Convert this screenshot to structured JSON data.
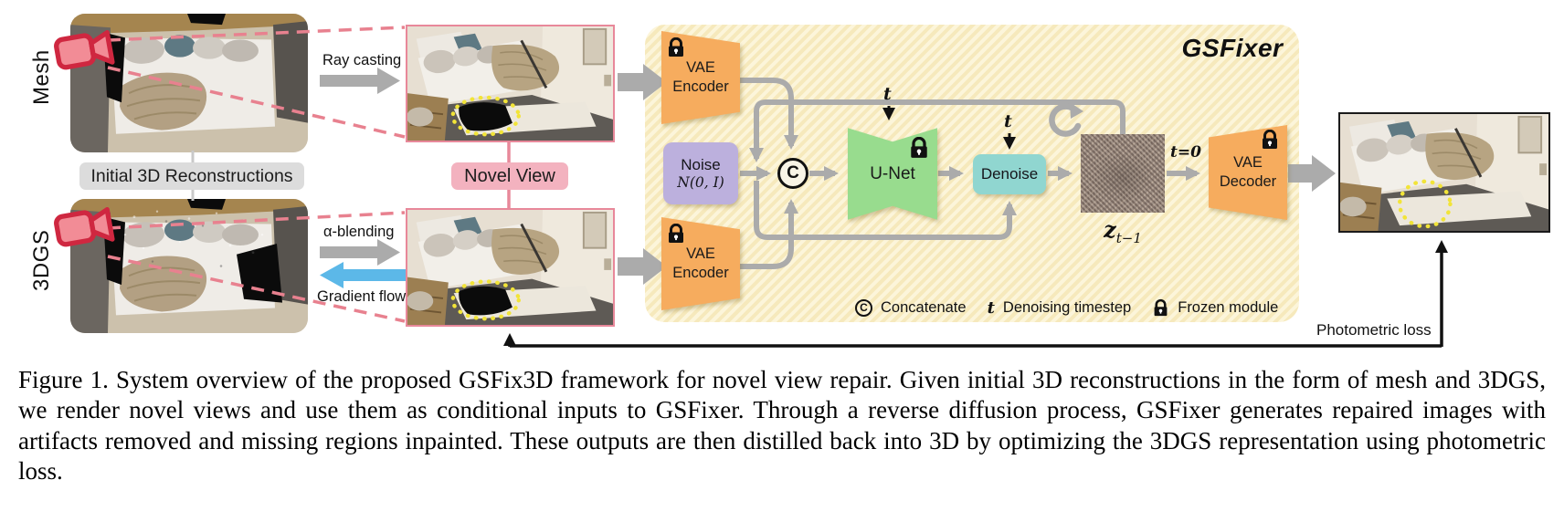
{
  "left_panel": {
    "mesh_label": "Mesh",
    "gs_label": "3DGS",
    "initial_label": "Initial 3D Reconstructions",
    "ray_casting_label": "Ray casting",
    "alpha_blending_label": "α-blending",
    "gradient_flow_label": "Gradient flow",
    "novel_view_label": "Novel View"
  },
  "gsfixer": {
    "title": "GSFixer",
    "vae_encoder_label": "VAE Encoder",
    "vae_decoder_label": "VAE Decoder",
    "noise_label": "Noise",
    "noise_distribution": "N(0, I)",
    "concat_symbol": "C",
    "unet_label": "U-Net",
    "denoise_label": "Denoise",
    "timestep_symbol": "t",
    "timestep_zero_label": "t=0",
    "latent_symbol": "z",
    "latent_subscript": "t−1",
    "legend": {
      "concat_symbol": "C",
      "concat_label": "Concatenate",
      "timestep_symbol": "t",
      "timestep_label": "Denoising timestep",
      "frozen_label": "Frozen module"
    }
  },
  "output_panel": {
    "photometric_loss_label": "Photometric loss"
  },
  "caption": "Figure 1. System overview of the proposed GSFix3D framework for novel view repair. Given initial 3D reconstructions in the form of mesh and 3DGS, we render novel views and use them as conditional inputs to GSFixer. Through a reverse diffusion process, GSFixer generates repaired images with artifacts removed and missing regions inpainted.  These outputs are then distilled back into 3D by optimizing the 3DGS representation using photometric loss.",
  "colors": {
    "encoder_orange": "#F6AC5E",
    "noise_purple": "#BCB0DD",
    "unet_green": "#98DC8E",
    "denoise_teal": "#90D6D0",
    "gsfixer_cream": "#FBF2CF",
    "novel_view_pink": "#F3B2BF",
    "initial_label_gray": "#DCDCDC",
    "arrow_gray": "#ABABAB",
    "gradient_flow_blue": "#5CB8E8",
    "camera_red": "#CF2740",
    "dashed_line_pink": "#E8818F",
    "highlight_yellow": "#F2E438"
  }
}
